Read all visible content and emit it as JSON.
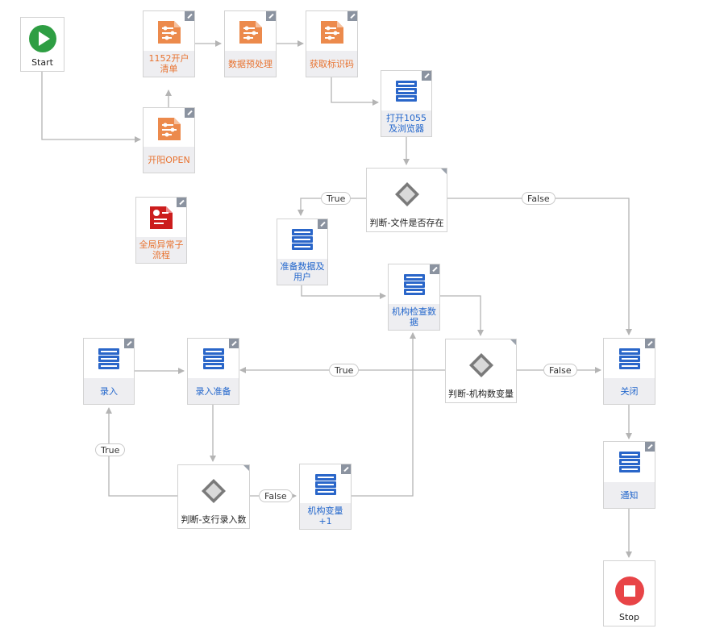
{
  "nodes": {
    "start": {
      "label": "Start",
      "icon": "play-icon"
    },
    "n1152": {
      "label": "1152开户清单",
      "icon": "subflow-icon"
    },
    "preprocess": {
      "label": "数据预处理",
      "icon": "subflow-icon"
    },
    "getcode": {
      "label": "获取标识码",
      "icon": "subflow-icon"
    },
    "openopen": {
      "label": "开阳OPEN",
      "icon": "subflow-icon"
    },
    "open1055": {
      "label": "打开1055及浏览器",
      "icon": "server-icon"
    },
    "decision_file": {
      "label": "判断-文件是否存在",
      "icon": "diamond-icon"
    },
    "global_exc": {
      "label": "全局异常子流程",
      "icon": "exception-flow-icon"
    },
    "prepare_data": {
      "label": "准备数据及用户",
      "icon": "server-icon"
    },
    "org_check": {
      "label": "机构检查数据",
      "icon": "server-icon"
    },
    "luru": {
      "label": "录入",
      "icon": "server-icon"
    },
    "luru_prep": {
      "label": "录入准备",
      "icon": "server-icon"
    },
    "decision_org": {
      "label": "判断-机构数变量",
      "icon": "diamond-icon"
    },
    "close": {
      "label": "关闭",
      "icon": "server-icon"
    },
    "notify": {
      "label": "通知",
      "icon": "server-icon"
    },
    "decision_branch": {
      "label": "判断-支行录入数",
      "icon": "diamond-icon"
    },
    "org_inc": {
      "label": "机构变量+1",
      "icon": "server-icon"
    },
    "stop": {
      "label": "Stop",
      "icon": "stop-icon"
    }
  },
  "branches": {
    "file_true": "True",
    "file_false": "False",
    "org_true": "True",
    "org_false": "False",
    "branch_true": "True",
    "branch_false": "False"
  },
  "colors": {
    "edge": "#b4b4b4",
    "subflow": "#ec8a4c",
    "server": "#2a66c9",
    "start": "#2e9e43",
    "stop": "#e84447",
    "exception": "#cc1d1d",
    "label_orange": "#e8722f",
    "label_blue": "#2266cc"
  }
}
